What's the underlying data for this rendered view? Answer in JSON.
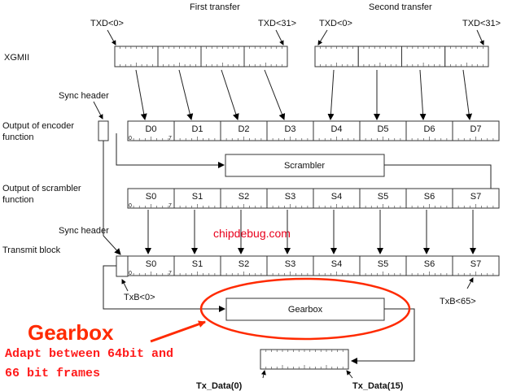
{
  "diagram": {
    "first_transfer": "First transfer",
    "second_transfer": "Second transfer",
    "txd0": "TXD<0>",
    "txd31": "TXD<31>",
    "xgmii": "XGMII",
    "sync_header": "Sync header",
    "encoder_label_1": "Output of encoder",
    "encoder_label_2": "function",
    "scrambler_label_1": "Output of scrambler",
    "scrambler_label_2": "function",
    "transmit_block": "Transmit block",
    "scrambler": "Scrambler",
    "gearbox_box": "Gearbox",
    "bit0": "0",
    "bit7": "7",
    "d_cells": [
      "D0",
      "D1",
      "D2",
      "D3",
      "D4",
      "D5",
      "D6",
      "D7"
    ],
    "s_cells": [
      "S0",
      "S1",
      "S2",
      "S3",
      "S4",
      "S5",
      "S6",
      "S7"
    ],
    "txb0": "TxB<0>",
    "txb65": "TxB<65>",
    "tx_data0": "Tx_Data(0)",
    "tx_data15": "Tx_Data(15)",
    "watermark": "chipdebug.com"
  },
  "annotation": {
    "title": "Gearbox",
    "line1": "Adapt between 64bit and",
    "line2": "66 bit frames",
    "color": "#ff2a00"
  }
}
